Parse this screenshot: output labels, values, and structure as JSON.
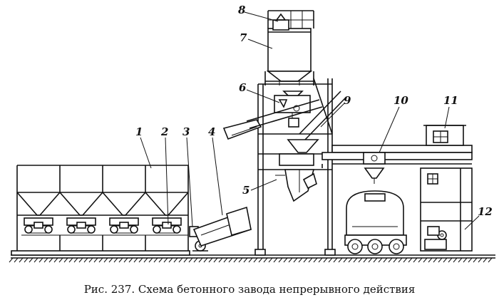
{
  "figure": {
    "labels": {
      "l1": "1",
      "l2": "2",
      "l3": "3",
      "l4": "4",
      "l5": "5",
      "l6": "6",
      "l7": "7",
      "l8": "8",
      "l9": "9",
      "l10": "10",
      "l11": "11",
      "l12": "12"
    },
    "caption": "Рис. 237. Схема бетонного завода непрерывного действия"
  }
}
